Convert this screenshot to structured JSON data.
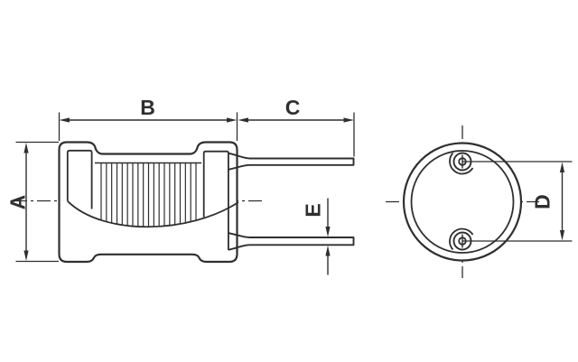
{
  "drawing": {
    "background_color": "#ffffff",
    "line_color": "#2f2f2f",
    "winding_turns": 19,
    "dimensions": {
      "A": {
        "label": "A"
      },
      "B": {
        "label": "B"
      },
      "C": {
        "label": "C"
      },
      "D": {
        "label": "D"
      },
      "E": {
        "label": "E"
      }
    }
  }
}
